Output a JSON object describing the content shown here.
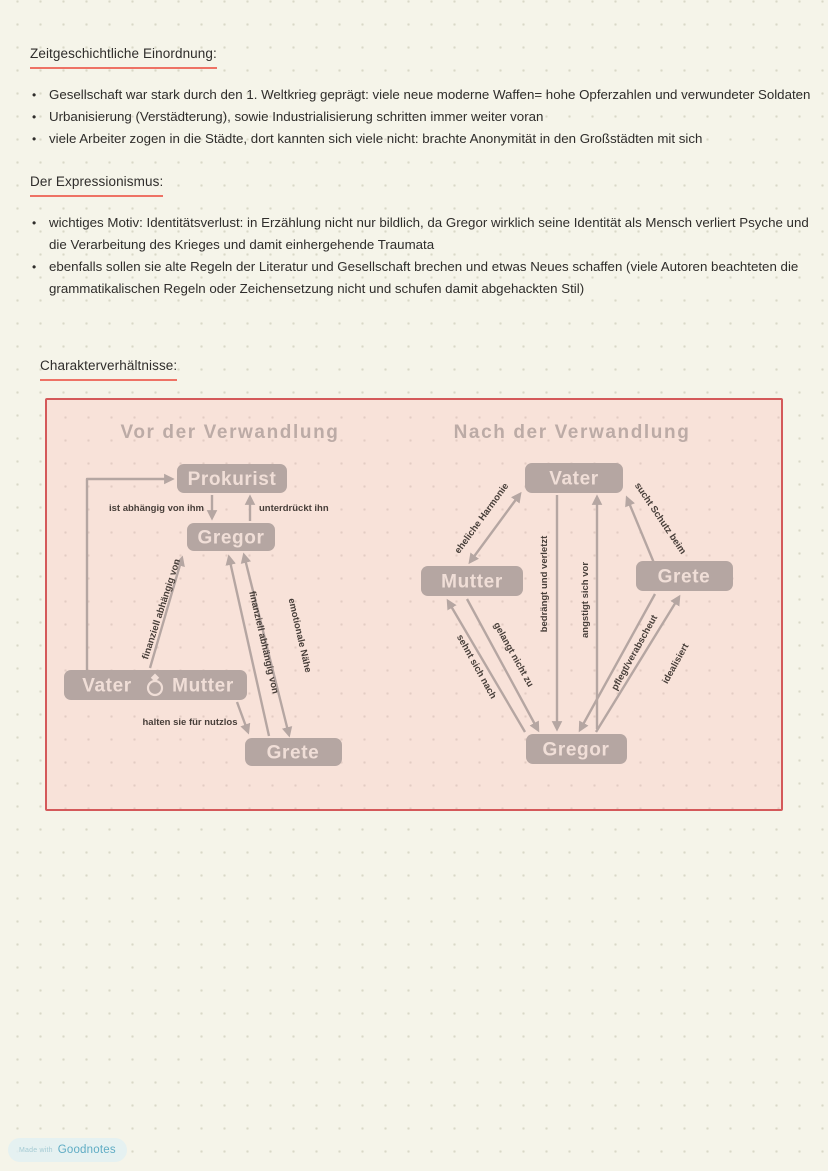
{
  "colors": {
    "accent_underline": "#ee7265",
    "panel_border": "#d4595a",
    "panel_fill": "#f8e2d9",
    "node_fill": "#b5a6a2",
    "node_text": "#f0ded7",
    "brand_blue": "#5facc4"
  },
  "sections": {
    "history": {
      "title": "Zeitgeschichtliche Einordnung:",
      "bullets": [
        "Gesellschaft war stark durch den 1. Weltkrieg geprägt: viele neue moderne Waffen= hohe Opferzahlen und verwundeter Soldaten",
        "Urbanisierung (Verstädterung), sowie Industrialisierung schritten immer weiter voran",
        "viele Arbeiter zogen in die Städte, dort kannten sich viele nicht: brachte Anonymität in den Großstädten mit sich"
      ]
    },
    "expressionism": {
      "title": "Der Expressionismus:",
      "bullets": [
        "wichtiges Motiv: Identitätsverlust: in Erzählung nicht nur bildlich, da Gregor wirklich seine Identität als Mensch verliert Psyche und die Verarbeitung des Krieges und damit einhergehende Traumata",
        "ebenfalls sollen sie alte Regeln der Literatur und Gesellschaft brechen und etwas Neues schaffen (viele Autoren beachteten die grammatikalischen Regeln oder Zeichensetzung nicht und schufen damit abgehackten Stil)"
      ]
    },
    "characters": {
      "title": "Charakterverhältnisse:"
    }
  },
  "diagram": {
    "before": {
      "title": "Vor der Verwandlung",
      "nodes": {
        "prokurist": "Prokurist",
        "gregor": "Gregor",
        "vater": "Vater",
        "mutter": "Mutter",
        "grete": "Grete"
      },
      "edges": {
        "dependent_on_him": "ist abhängig von ihm",
        "suppresses_him": "unterdrückt ihn",
        "financially_dependent_parents": "finanziell abhängig von",
        "financially_dependent_grete": "finanziell abhängig von",
        "emotional_closeness": "emotionale Nähe",
        "consider_useless": "halten sie für nutzlos"
      },
      "icons": {
        "ring": "ring-icon"
      }
    },
    "after": {
      "title": "Nach der Verwandlung",
      "nodes": {
        "vater": "Vater",
        "mutter": "Mutter",
        "grete": "Grete",
        "gregor": "Gregor"
      },
      "edges": {
        "marital_harmony": "eheliche Harmonie",
        "harasses_and_hurts": "bedrängt und verletzt",
        "afraid_of": "angstigt sich vor",
        "seeks_protection": "sucht Schutz beim",
        "longs_for": "sehnt sich nach",
        "cannot_reach": "gelangt nicht zu",
        "cares_despises": "pflegt/verabscheut",
        "idealizes": "idealisiert"
      }
    }
  },
  "badge": {
    "made_with": "Made with",
    "brand": "Goodnotes"
  }
}
